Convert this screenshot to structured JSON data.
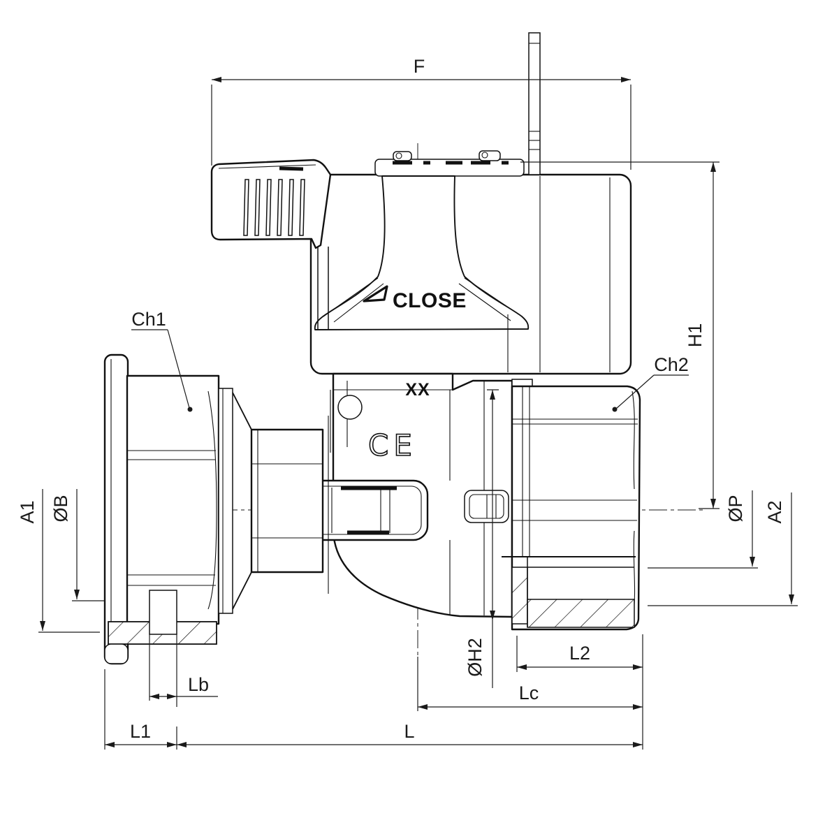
{
  "drawing": {
    "type": "technical-drawing",
    "subject": "angle ball valve with lever handle, sectioned end fittings",
    "colors": {
      "line": "#1a1a1a",
      "background": "#ffffff"
    },
    "dimensions": {
      "F": "F",
      "H1": "H1",
      "A1": "A1",
      "diaB": "ØB",
      "diaP": "ØP",
      "A2": "A2",
      "diaH2": "ØH2",
      "L2": "L2",
      "Lb": "Lb",
      "Lc": "Lc",
      "L1": "L1",
      "L": "L"
    },
    "callouts": {
      "Ch1": "Ch1",
      "Ch2": "Ch2"
    },
    "markings": {
      "close_label": "CLOSE",
      "size_code": "XX",
      "ce_mark": "CE"
    }
  }
}
